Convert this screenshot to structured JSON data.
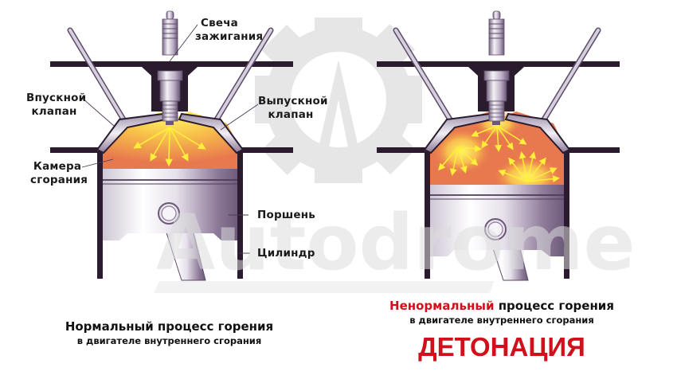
{
  "watermark": {
    "text": "Autodrome",
    "logo_letter": "A",
    "color": "#e4e4e4"
  },
  "colors": {
    "frame": "#2a1c2e",
    "chamber_orange": "#e8784e",
    "flame_yellow": "#fff250",
    "metal_light": "#f1eff4",
    "metal_dark": "#7d6a88",
    "accent_red": "#d0101b"
  },
  "left_diagram": {
    "labels": {
      "spark_plug": [
        "Свеча",
        "зажигания"
      ],
      "intake_valve": [
        "Впускной",
        "клапан"
      ],
      "exhaust_valve": [
        "Выпускной",
        "клапан"
      ],
      "combustion_chamber": [
        "Камера",
        "сгорания"
      ],
      "piston": "Поршень",
      "cylinder": "Цилиндр"
    },
    "caption": {
      "title": "Нормальный процесс горения",
      "subtitle": "в двигателе внутреннего сгорания"
    }
  },
  "right_diagram": {
    "caption": {
      "title_highlight": "Ненормальный",
      "title_rest": " процесс горения",
      "subtitle": "в двигателе внутреннего сгорания",
      "emphasis": "ДЕТОНАЦИЯ"
    }
  }
}
